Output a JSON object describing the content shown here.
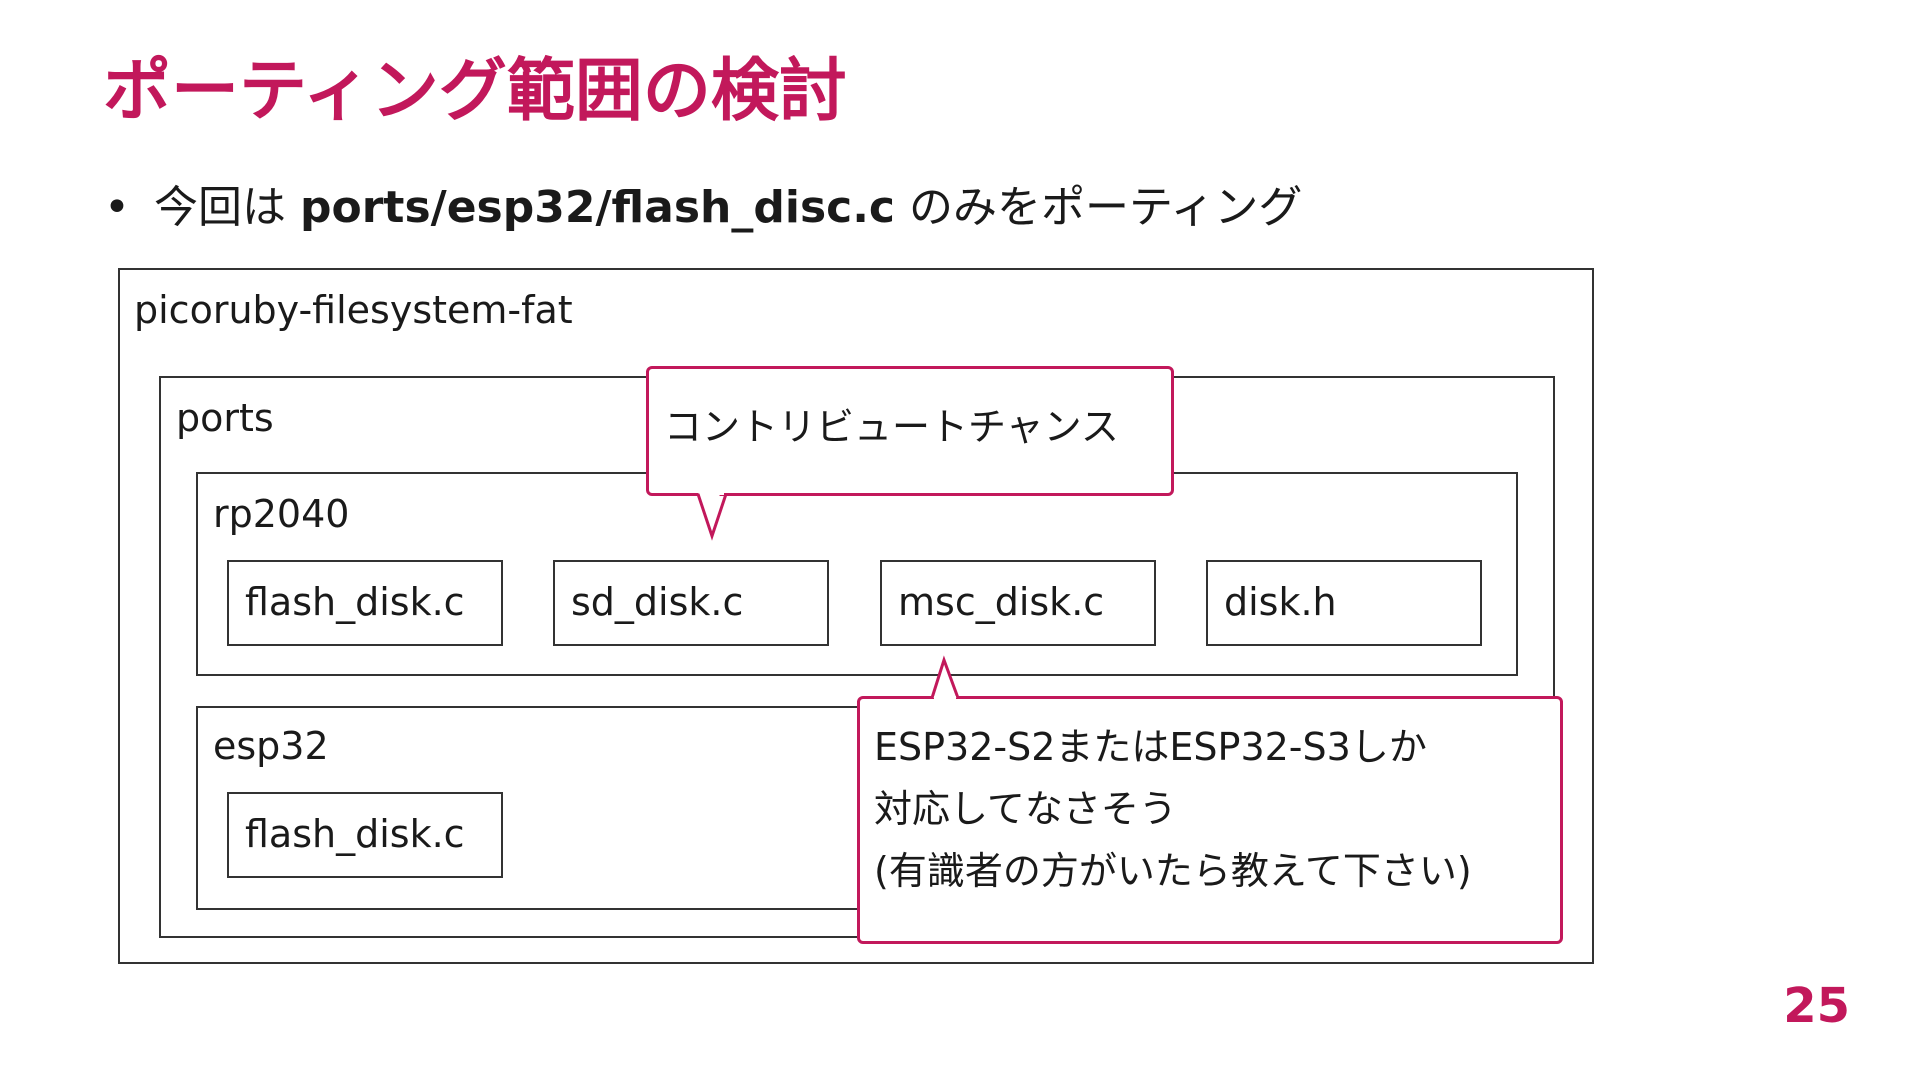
{
  "slide": {
    "title": "ポーティング範囲の検討",
    "bullet_dot": "•",
    "bullet_prefix": "今回は ",
    "bullet_bold": "ports/esp32/flash_disc.c",
    "bullet_suffix": " のみをポーティング",
    "page_number": "25",
    "accent_color": "#c2185b"
  },
  "diagram": {
    "outer_label": "picoruby-filesystem-fat",
    "ports_label": "ports",
    "rp2040": {
      "label": "rp2040",
      "files": [
        "flash_disk.c",
        "sd_disk.c",
        "msc_disk.c",
        "disk.h"
      ]
    },
    "esp32": {
      "label": "esp32",
      "files": [
        "flash_disk.c"
      ]
    },
    "callout_contribute": "コントリビュートチャンス",
    "callout_note": {
      "line1": "ESP32-S2またはESP32-S3しか",
      "line2": "対応してなさそう",
      "line3": "(有識者の方がいたら教えて下さい)"
    }
  }
}
